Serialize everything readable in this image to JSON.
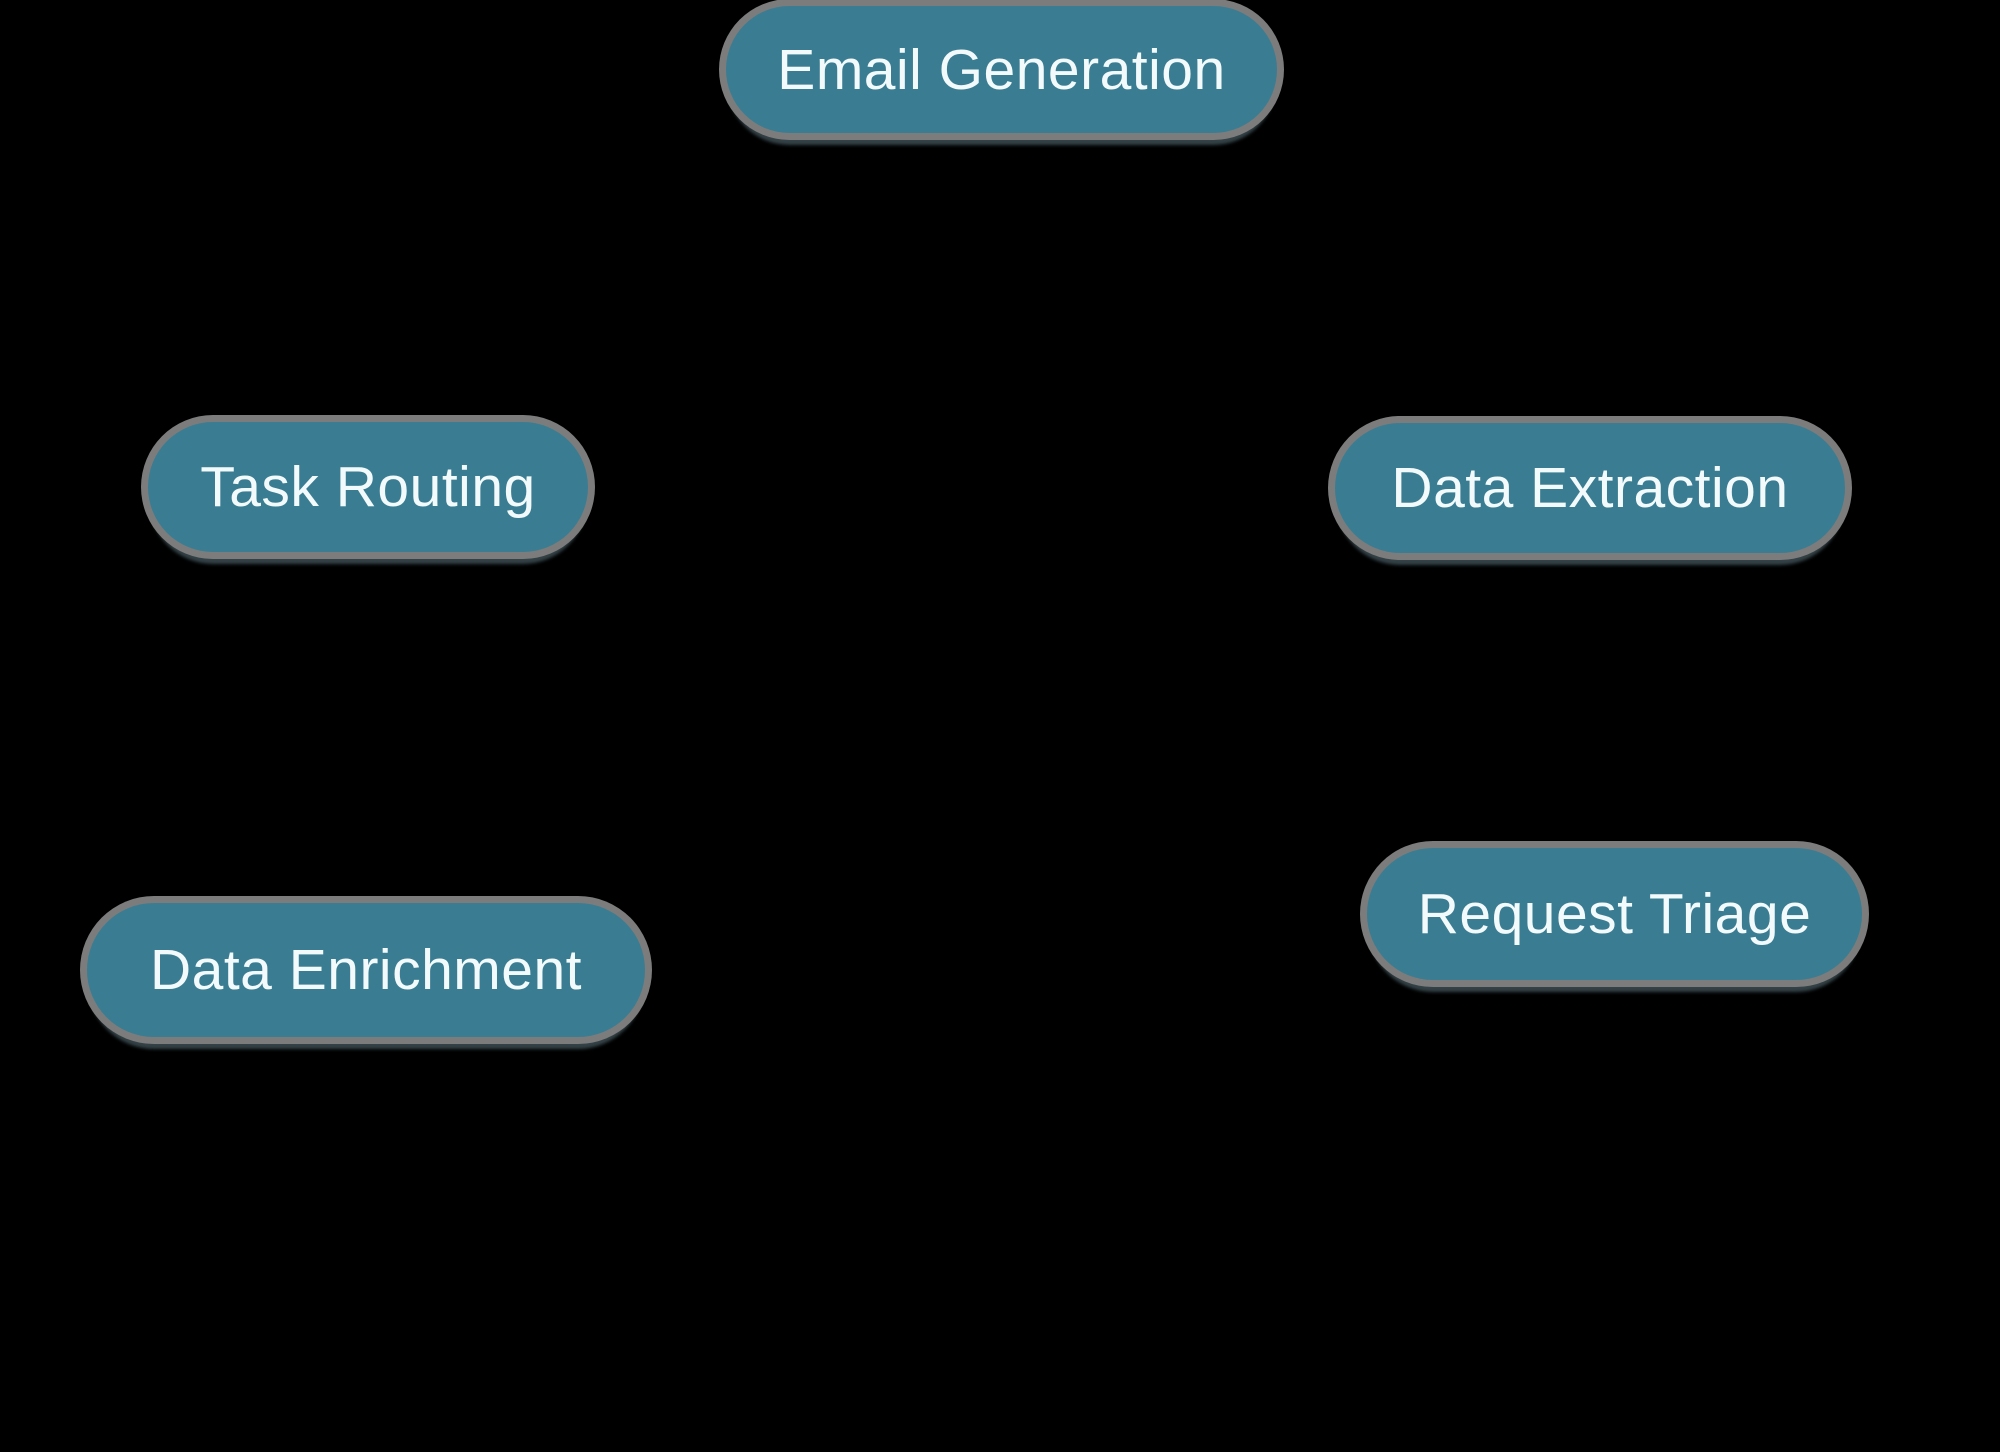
{
  "diagram": {
    "background_color": "#000000",
    "node_fill_color": "#3A7D92",
    "node_outline_color": "#7C7C7C",
    "node_text_color": "#F2FAFC",
    "nodes": [
      {
        "id": "email-generation",
        "label": "Email Generation",
        "position": "top-center"
      },
      {
        "id": "task-routing",
        "label": "Task Routing",
        "position": "middle-left"
      },
      {
        "id": "data-extraction",
        "label": "Data Extraction",
        "position": "middle-right"
      },
      {
        "id": "data-enrichment",
        "label": "Data Enrichment",
        "position": "bottom-left"
      },
      {
        "id": "request-triage",
        "label": "Request Triage",
        "position": "bottom-right"
      }
    ]
  }
}
